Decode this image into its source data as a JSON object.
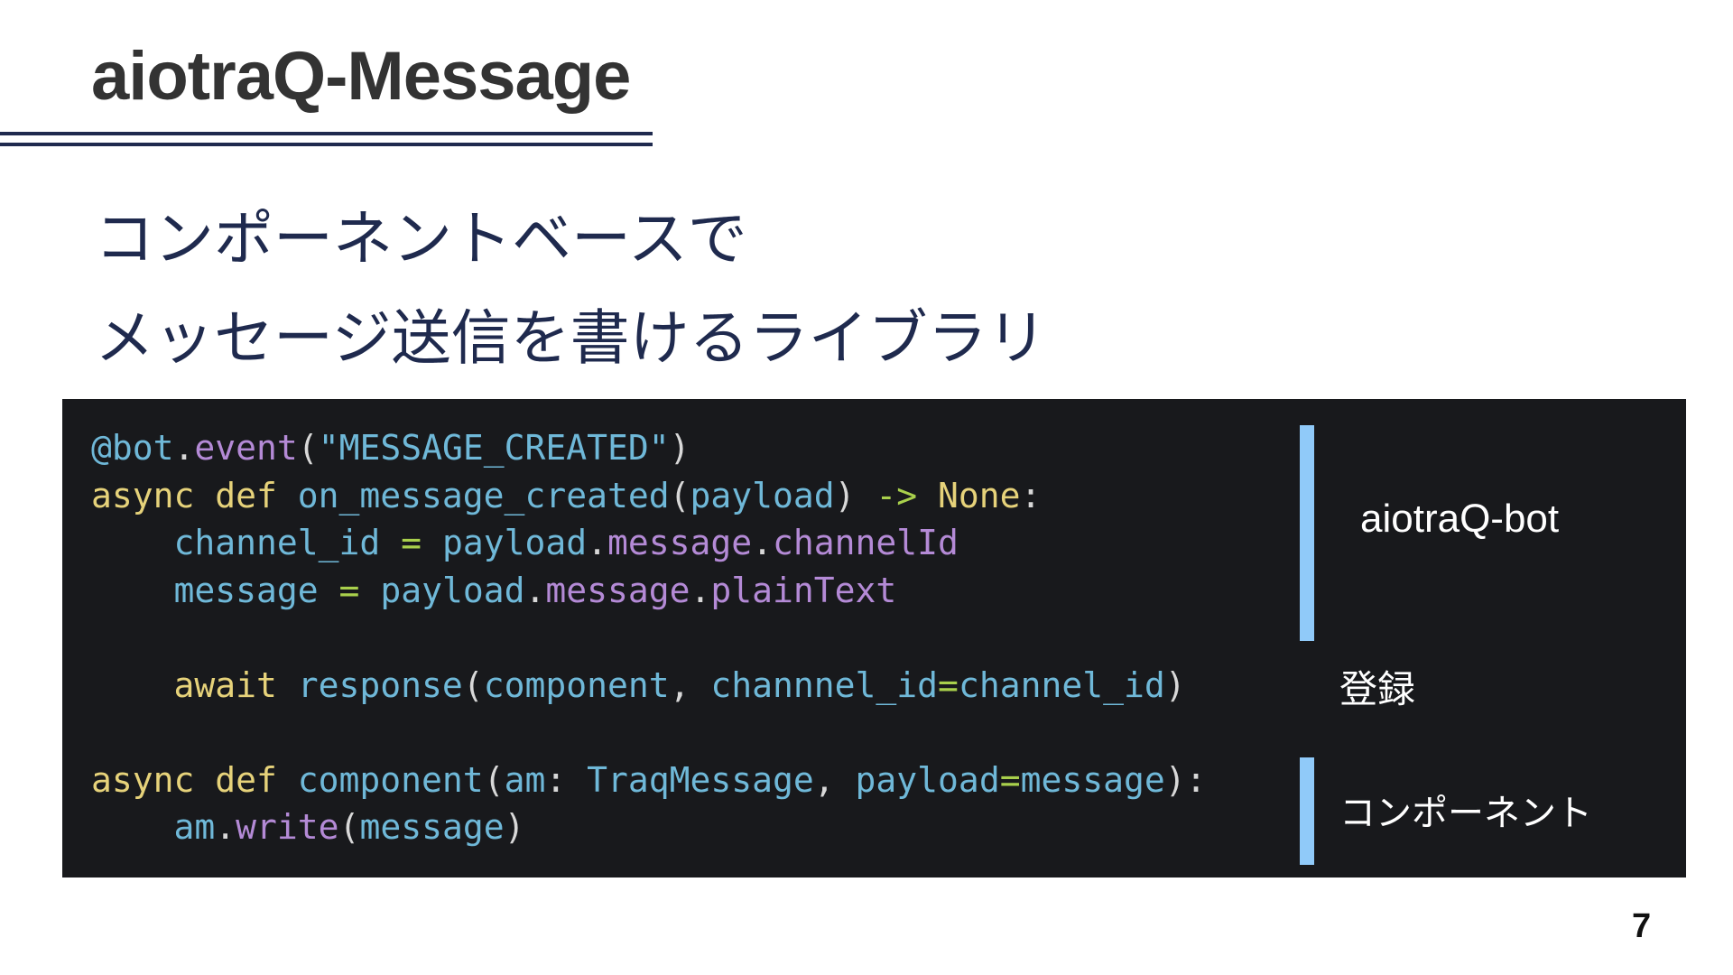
{
  "slide": {
    "title": "aiotraQ-Message",
    "subtitle_lines": [
      "コンポーネントベースで",
      "メッセージ送信を書けるライブラリ"
    ],
    "page_number": "7"
  },
  "code": {
    "lines": [
      [
        {
          "t": "@bot",
          "c": "fn"
        },
        {
          "t": ".",
          "c": "punc"
        },
        {
          "t": "event",
          "c": "attr"
        },
        {
          "t": "(",
          "c": "punc"
        },
        {
          "t": "\"MESSAGE_CREATED\"",
          "c": "str"
        },
        {
          "t": ")",
          "c": "punc"
        }
      ],
      [
        {
          "t": "async def ",
          "c": "kw"
        },
        {
          "t": "on_message_created",
          "c": "fn"
        },
        {
          "t": "(",
          "c": "punc"
        },
        {
          "t": "payload",
          "c": "fn"
        },
        {
          "t": ") ",
          "c": "punc"
        },
        {
          "t": "->",
          "c": "op"
        },
        {
          "t": " None",
          "c": "ty"
        },
        {
          "t": ":",
          "c": "punc"
        }
      ],
      [
        {
          "t": "    channel_id ",
          "c": "fn"
        },
        {
          "t": "=",
          "c": "op"
        },
        {
          "t": " payload",
          "c": "fn"
        },
        {
          "t": ".",
          "c": "punc"
        },
        {
          "t": "message",
          "c": "attr"
        },
        {
          "t": ".",
          "c": "punc"
        },
        {
          "t": "channelId",
          "c": "attr"
        }
      ],
      [
        {
          "t": "    message ",
          "c": "fn"
        },
        {
          "t": "=",
          "c": "op"
        },
        {
          "t": " payload",
          "c": "fn"
        },
        {
          "t": ".",
          "c": "punc"
        },
        {
          "t": "message",
          "c": "attr"
        },
        {
          "t": ".",
          "c": "punc"
        },
        {
          "t": "plainText",
          "c": "attr"
        }
      ],
      [],
      [
        {
          "t": "    await ",
          "c": "kw"
        },
        {
          "t": "response",
          "c": "fn"
        },
        {
          "t": "(",
          "c": "punc"
        },
        {
          "t": "component",
          "c": "fn"
        },
        {
          "t": ", ",
          "c": "punc"
        },
        {
          "t": "channnel_id",
          "c": "fn"
        },
        {
          "t": "=",
          "c": "op"
        },
        {
          "t": "channel_id",
          "c": "fn"
        },
        {
          "t": ")",
          "c": "punc"
        }
      ],
      [],
      [
        {
          "t": "async def ",
          "c": "kw"
        },
        {
          "t": "component",
          "c": "fn"
        },
        {
          "t": "(",
          "c": "punc"
        },
        {
          "t": "am",
          "c": "fn"
        },
        {
          "t": ": ",
          "c": "punc"
        },
        {
          "t": "TraqMessage",
          "c": "fn"
        },
        {
          "t": ", ",
          "c": "punc"
        },
        {
          "t": "payload",
          "c": "fn"
        },
        {
          "t": "=",
          "c": "op"
        },
        {
          "t": "message",
          "c": "fn"
        },
        {
          "t": "):",
          "c": "punc"
        }
      ],
      [
        {
          "t": "    am",
          "c": "fn"
        },
        {
          "t": ".",
          "c": "punc"
        },
        {
          "t": "write",
          "c": "attr"
        },
        {
          "t": "(",
          "c": "punc"
        },
        {
          "t": "message",
          "c": "fn"
        },
        {
          "t": ")",
          "c": "punc"
        }
      ]
    ]
  },
  "annotations": {
    "bot_label": "aiotraQ-bot",
    "register_label": "登録",
    "component_label": "コンポーネント",
    "bar_color": "#90caf9"
  }
}
